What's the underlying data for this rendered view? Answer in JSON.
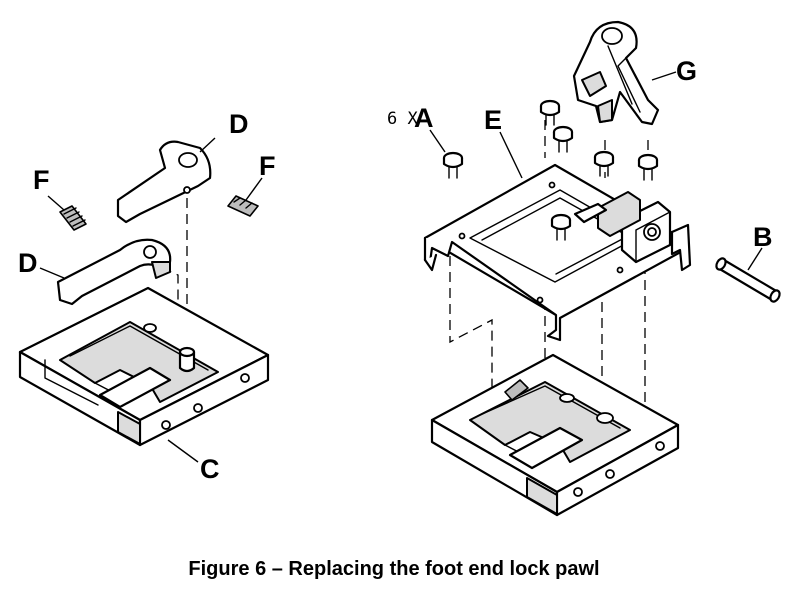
{
  "callouts": {
    "a": "A",
    "a_quantity": "6 X",
    "b": "B",
    "c": "C",
    "d_upper": "D",
    "d_lower": "D",
    "e": "E",
    "f_left": "F",
    "f_right": "F",
    "g": "G"
  },
  "caption": "Figure 6 – Replacing the foot end lock pawl",
  "colors": {
    "line": "#000000",
    "background": "#ffffff",
    "shading": "#dcdcdc"
  }
}
